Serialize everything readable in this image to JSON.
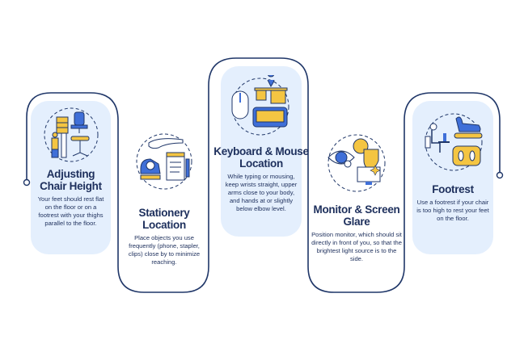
{
  "steps": [
    {
      "title": "Adjusting Chair Height",
      "body": "Your feet should rest flat on the floor or on a footrest with your thighs parallel to the floor.",
      "icon": "chair-height-icon"
    },
    {
      "title": "Stationery Location",
      "body": "Place objects you use frequently (phone, stapler, clips) close by to minimize reaching.",
      "icon": "stationery-icon"
    },
    {
      "title": "Keyboard & Mouse Location",
      "body": "While typing or mousing, keep wrists straight, upper arms close to your body, and hands at or slightly below elbow level.",
      "icon": "keyboard-mouse-icon"
    },
    {
      "title": "Monitor & Screen Glare",
      "body": "Position monitor, which should sit directly in front of you, so that the brightest light source is to the side.",
      "icon": "monitor-glare-icon"
    },
    {
      "title": "Footrest",
      "body": "Use a footrest if your chair is too high to rest your feet on the floor.",
      "icon": "footrest-icon"
    }
  ],
  "colors": {
    "outline": "#1f3668",
    "panel": "#e4effd",
    "accent_blue": "#3f6fd8",
    "accent_yellow": "#f4c542",
    "text": "#1d2f5c"
  }
}
